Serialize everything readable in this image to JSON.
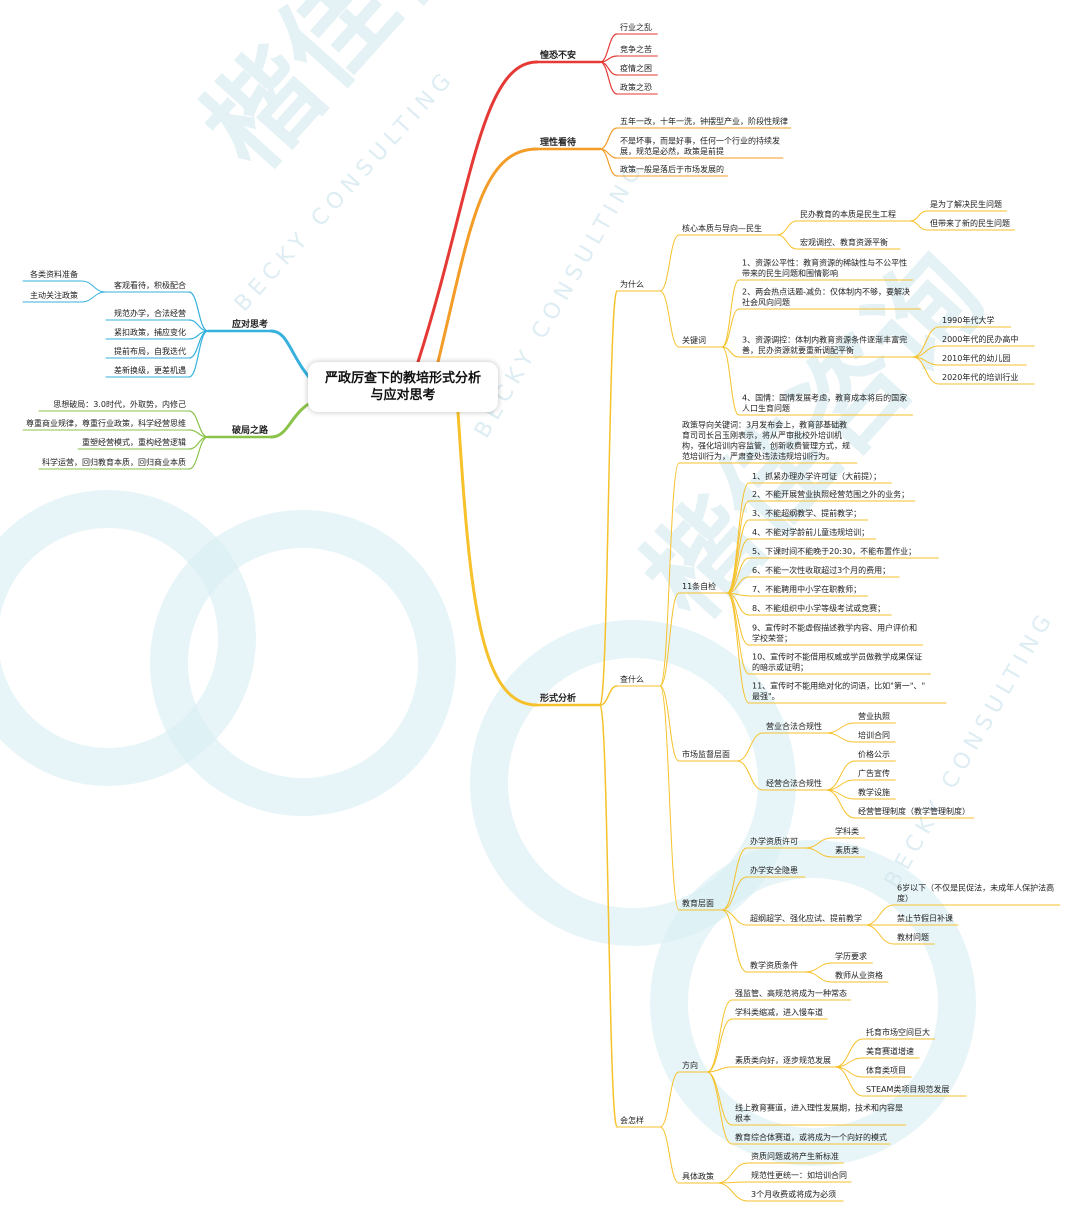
{
  "title": "严政厉查下的教培形式分析\n与应对思考",
  "watermark": {
    "brand": "楷佳咨询",
    "latin": "BECKY CONSULTING"
  },
  "colors": {
    "red": "#e53935",
    "orange": "#f39c27",
    "yellow": "#f6c12b",
    "blue": "#36b1de",
    "green": "#8bc34a",
    "ink": "#222222"
  },
  "branches": {
    "b1": {
      "label": "惶恐不安",
      "items": [
        "行业之乱",
        "竞争之苦",
        "疫情之困",
        "政策之恐"
      ]
    },
    "b2": {
      "label": "理性看待",
      "items": [
        "五年一改，十年一洗，钟摆型产业，阶段性规律",
        "不是坏事，而是好事，任何一个行业的持续发\n展，规范是必然，政策是前提",
        "政策一般是落后于市场发展的"
      ]
    },
    "b3": {
      "label": "形式分析",
      "why": {
        "label": "为什么",
        "core": {
          "label": "核心本质与导向—民生",
          "private": {
            "label": "民办教育的本质是民生工程",
            "items": [
              "是为了解决民生问题",
              "但带来了新的民生问题"
            ]
          },
          "macro": "宏观调控、教育资源平衡"
        },
        "keywords": {
          "label": "关键词",
          "k1": "1、资源公平性：教育资源的稀缺性与不公平性\n带来的民生问题和围情影响",
          "k2": "2、两会热点话题-减负：仅体制内不够，要解决\n社会风向问题",
          "k3": "3、资源调控：体制内教育资源条件逐渐丰富完\n善，民办资源就要重新调配平衡",
          "k3_items": [
            "1990年代大学",
            "2000年代的民办高中",
            "2010年代的幼儿园",
            "2020年代的培训行业"
          ],
          "k4": "4、国情：国情发展考虑，教育成本将后的国家\n人口生育问题"
        }
      },
      "what": {
        "label": "查什么",
        "policy": "政策导向关键词：3月发布会上，教育部基础教\n育司司长吕玉刚表示，将从严审批校外培训机\n构，强化培训内容监管，创新收费管理方式，规\n范培训行为，严肃查处违法违规培训行为。",
        "eleven": {
          "label": "11条自检",
          "items": [
            "1、抓紧办理办学许可证（大前提）；",
            "2、不能开展营业执照经营范围之外的业务；",
            "3、不能超纲教学、提前教学；",
            "4、不能对学龄前儿童违规培训；",
            "5、下课时间不能晚于20:30，不能布置作业；",
            "6、不能一次性收取超过3个月的费用；",
            "7、不能聘用中小学在职教师；",
            "8、不能组织中小学等级考试或竞赛；",
            "9、宣传时不能虚假描述教学内容、用户评价和\n学校荣誉；",
            "10、宣传时不能借用权威或学员做教学成果保证\n的暗示或证明；",
            "11、宣传时不能用绝对化的词语，比如\"第一\"、\"\n最强\"。"
          ]
        },
        "market": {
          "label": "市场监督层面",
          "biz": {
            "label": "营业合法合规性",
            "items": [
              "营业执照",
              "培训合同"
            ]
          },
          "ops": {
            "label": "经营合法合规性",
            "items": [
              "价格公示",
              "广告宣传",
              "教学设施",
              "经营管理制度（教学管理制度）"
            ]
          }
        },
        "edu": {
          "label": "教育层面",
          "license": {
            "label": "办学资质许可",
            "items": [
              "学科类",
              "素质类"
            ]
          },
          "safety": "办学安全隐患",
          "ahead": {
            "label": "超纲超学、强化应试、提前教学",
            "items": [
              "6岁以下（不仅是民促法，未成年人保护法高\n度）",
              "禁止节假日补课",
              "教材问题"
            ]
          },
          "teach": {
            "label": "教学资质条件",
            "items": [
              "学历要求",
              "教师从业资格"
            ]
          }
        }
      },
      "how": {
        "label": "会怎样",
        "dir": {
          "label": "方向",
          "d1": "强监管、高规范将成为一种常态",
          "d2": "学科类缩减，进入慢车道",
          "d3": {
            "label": "素质类向好，逐步规范发展",
            "items": [
              "托育市场空间巨大",
              "美育赛道增速",
              "体育类项目",
              "STEAM类项目规范发展"
            ]
          },
          "d4": "线上教育赛道，进入理性发展期，技术和内容是\n根本",
          "d5": "教育综合体赛道，或将成为一个向好的模式"
        },
        "policy": {
          "label": "具体政策",
          "items": [
            "资质问题或将产生新标准",
            "规范性更统一：如培训合同",
            "3个月收费或将成为必须"
          ]
        }
      }
    },
    "b4": {
      "label": "应对思考",
      "objective": {
        "label": "客观看待，积极配合",
        "items": [
          "各类资料准备",
          "主动关注政策"
        ]
      },
      "items": [
        "规范办学，合法经营",
        "紧扣政策，捕应变化",
        "提前布局，自我迭代",
        "差新换级，更差机遇"
      ]
    },
    "b5": {
      "label": "破局之路",
      "items": [
        "思想破局：3.0时代，外取势，内修己",
        "尊重商业规律，尊重行业政策，科学经营思维",
        "重塑经营模式，重构经营逻辑",
        "科学运营，回归教育本质，回归商业本质"
      ]
    }
  }
}
